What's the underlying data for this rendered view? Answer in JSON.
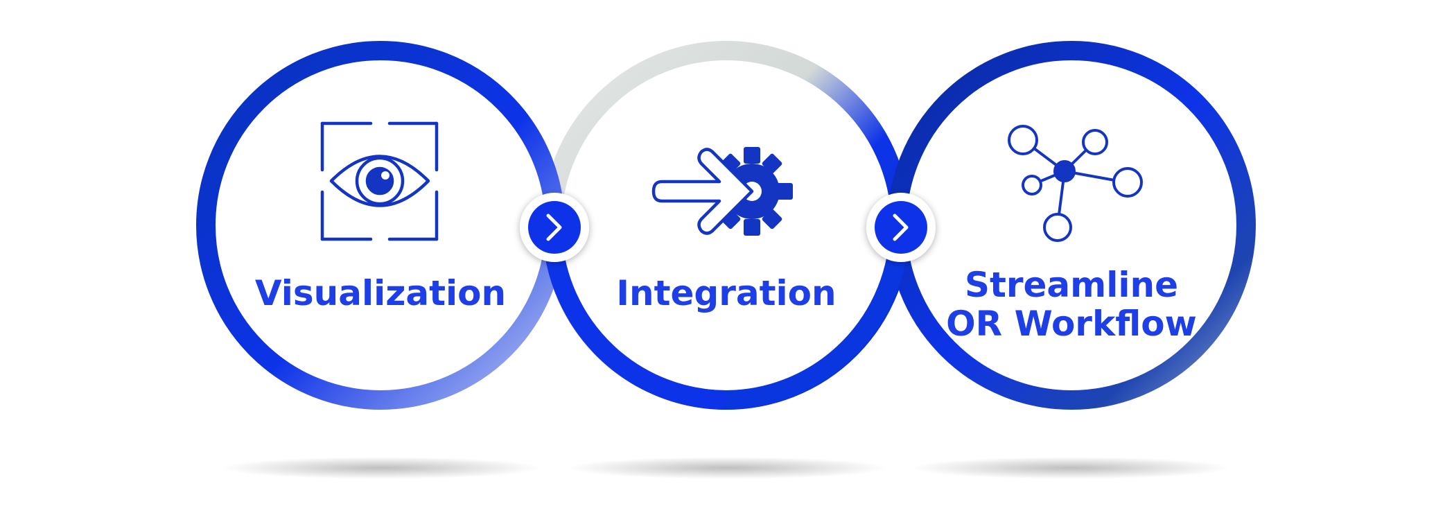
{
  "steps": [
    {
      "label": "Visualization",
      "icon": "eye-in-frame-icon"
    },
    {
      "label": "Integration",
      "icon": "arrow-into-gear-icon"
    },
    {
      "label_line1": "Streamline",
      "label_line2": "OR Workflow",
      "icon": "network-nodes-icon"
    }
  ],
  "connectors": [
    {
      "icon": "chevron-right-icon"
    },
    {
      "icon": "chevron-right-icon"
    }
  ],
  "colors": {
    "blue": "#0d33e8",
    "navy": "#062a8a",
    "gray_ring": "#d3d9d7",
    "icon_blue": "#1435c2",
    "text_blue": "#1f3fe6"
  }
}
